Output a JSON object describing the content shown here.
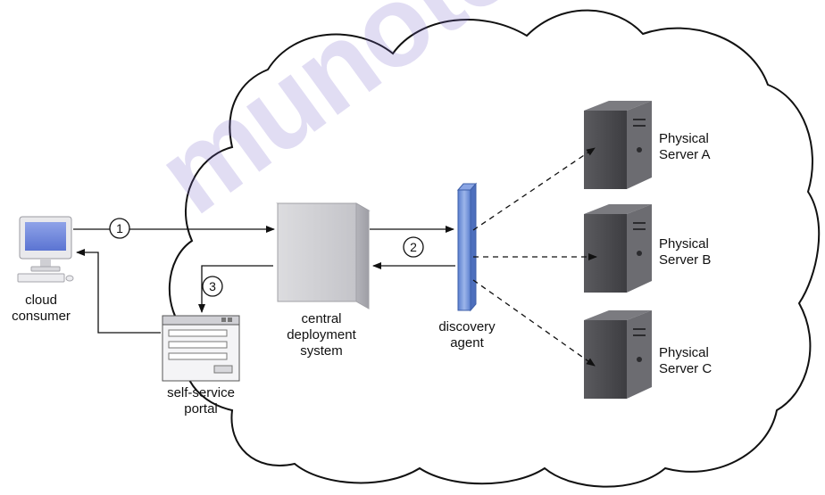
{
  "watermark": "munotes",
  "nodes": {
    "cloud_consumer": {
      "line1": "cloud",
      "line2": "consumer"
    },
    "self_service_portal": {
      "line1": "self-service",
      "line2": "portal"
    },
    "central_deployment_system": {
      "line1": "central",
      "line2": "deployment",
      "line3": "system"
    },
    "discovery_agent": {
      "line1": "discovery",
      "line2": "agent"
    },
    "server_a": {
      "line1": "Physical",
      "line2": "Server A"
    },
    "server_b": {
      "line1": "Physical",
      "line2": "Server B"
    },
    "server_c": {
      "line1": "Physical",
      "line2": "Server C"
    }
  },
  "steps": [
    "1",
    "2",
    "3"
  ],
  "colors": {
    "agent": "#6d8fd6",
    "arrow": "#111111"
  }
}
